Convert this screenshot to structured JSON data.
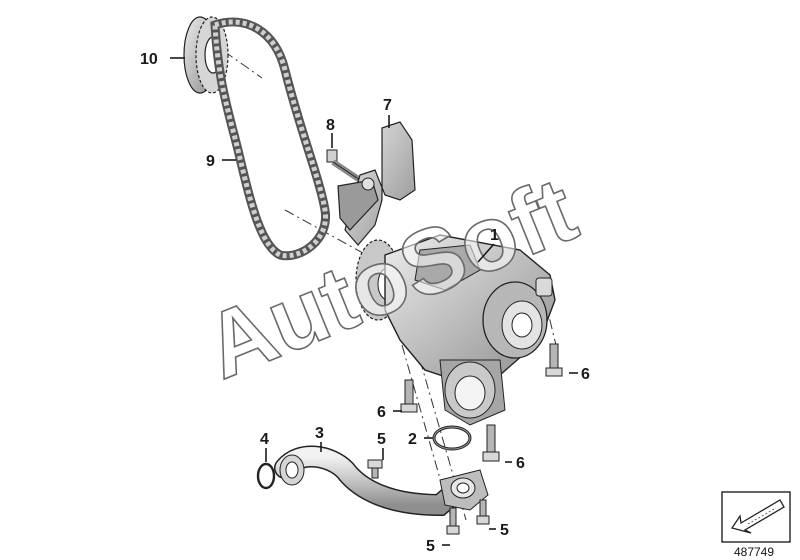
{
  "watermark": "AutoSoft",
  "diagram_number": "487749",
  "callouts": [
    {
      "id": "callout-1",
      "label": "1"
    },
    {
      "id": "callout-2",
      "label": "2"
    },
    {
      "id": "callout-3",
      "label": "3"
    },
    {
      "id": "callout-4",
      "label": "4"
    },
    {
      "id": "callout-5a",
      "label": "5"
    },
    {
      "id": "callout-5b",
      "label": "5"
    },
    {
      "id": "callout-5c",
      "label": "5"
    },
    {
      "id": "callout-6a",
      "label": "6"
    },
    {
      "id": "callout-6b",
      "label": "6"
    },
    {
      "id": "callout-6c",
      "label": "6"
    },
    {
      "id": "callout-7",
      "label": "7"
    },
    {
      "id": "callout-8",
      "label": "8"
    },
    {
      "id": "callout-9",
      "label": "9"
    },
    {
      "id": "callout-10",
      "label": "10"
    }
  ],
  "colors": {
    "part_fill": "#cfcfcf",
    "part_dark": "#8a8a8a",
    "part_light": "#e6e6e6",
    "line": "#1a1a1a"
  }
}
